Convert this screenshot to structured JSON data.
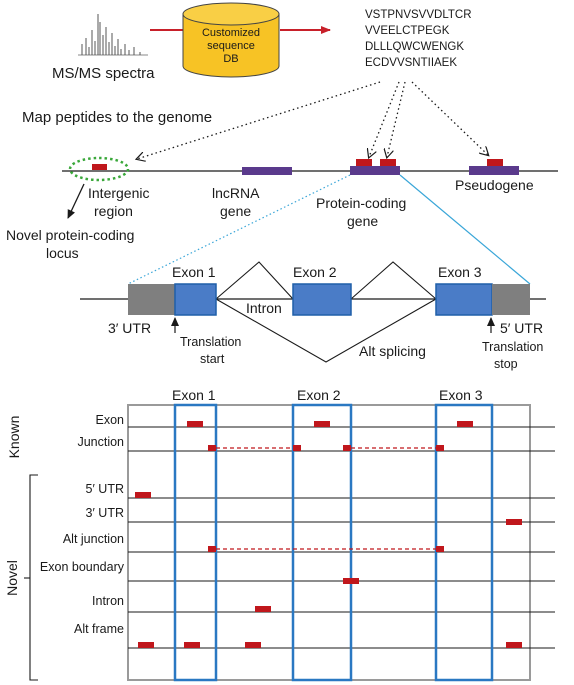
{
  "top": {
    "spectra_label": "MS/MS spectra",
    "db_label_lines": [
      "Customized",
      "sequence",
      "DB"
    ],
    "peptides": [
      "VSTPNVSVVDLTCR",
      "VVEELCTPEGK",
      "DLLLQWCWENGK",
      "ECDVVSNTIIAEK"
    ]
  },
  "map": {
    "title": "Map peptides to the genome",
    "intergenic": [
      "Intergenic",
      "region"
    ],
    "lncrna": [
      "lncRNA",
      "gene"
    ],
    "protein_coding": [
      "Protein-coding",
      "gene"
    ],
    "pseudogene": "Pseudogene",
    "novel_locus": [
      "Novel protein-coding",
      "locus"
    ]
  },
  "gene": {
    "exon1": "Exon 1",
    "exon2": "Exon 2",
    "exon3": "Exon 3",
    "utr3": "3′ UTR",
    "utr5": "5′ UTR",
    "intron": "Intron",
    "alt_splicing": "Alt splicing",
    "translation_start": [
      "Translation",
      "start"
    ],
    "translation_stop": [
      "Translation",
      "stop"
    ]
  },
  "panel": {
    "exon1": "Exon 1",
    "exon2": "Exon 2",
    "exon3": "Exon 3",
    "known_label": "Known",
    "novel_label": "Novel",
    "known_rows": [
      "Exon",
      "Junction"
    ],
    "novel_rows": [
      "5′ UTR",
      "3′ UTR",
      "Alt junction",
      "Exon boundary",
      "Intron",
      "Alt frame"
    ]
  },
  "colors": {
    "peptide": "#c0171c",
    "exon_fill": "#4a7cc7",
    "exon_stroke": "#1f5fa8",
    "utr_fill": "#7f7f7f",
    "db_fill": "#f7c325",
    "arrow_red": "#c8202a",
    "gene_bar": "#5a3a8c",
    "ellipse_green": "#3aa83a",
    "zoom_line": "#3aa6d8",
    "frame_blue": "#2a78c2",
    "frame_gray": "#9a9a9a"
  }
}
